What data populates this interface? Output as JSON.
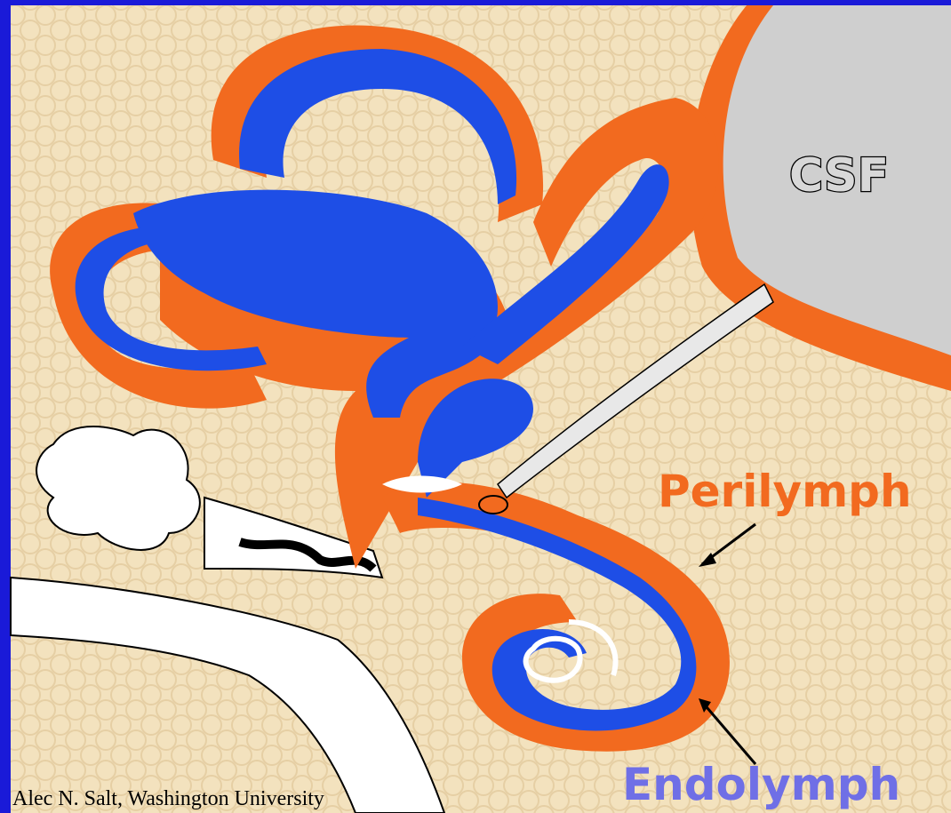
{
  "labels": {
    "csf": "CSF",
    "perilymph": "Perilymph",
    "endolymph": "Endolymph"
  },
  "credit": "Alec N. Salt, Washington University",
  "colors": {
    "border": "#1a1ad8",
    "background": "#f3e2be",
    "perilymph": "#f26a1f",
    "endolymph": "#1e4ee6",
    "csf": "#cfcfcf",
    "bone": "#ffffff"
  }
}
